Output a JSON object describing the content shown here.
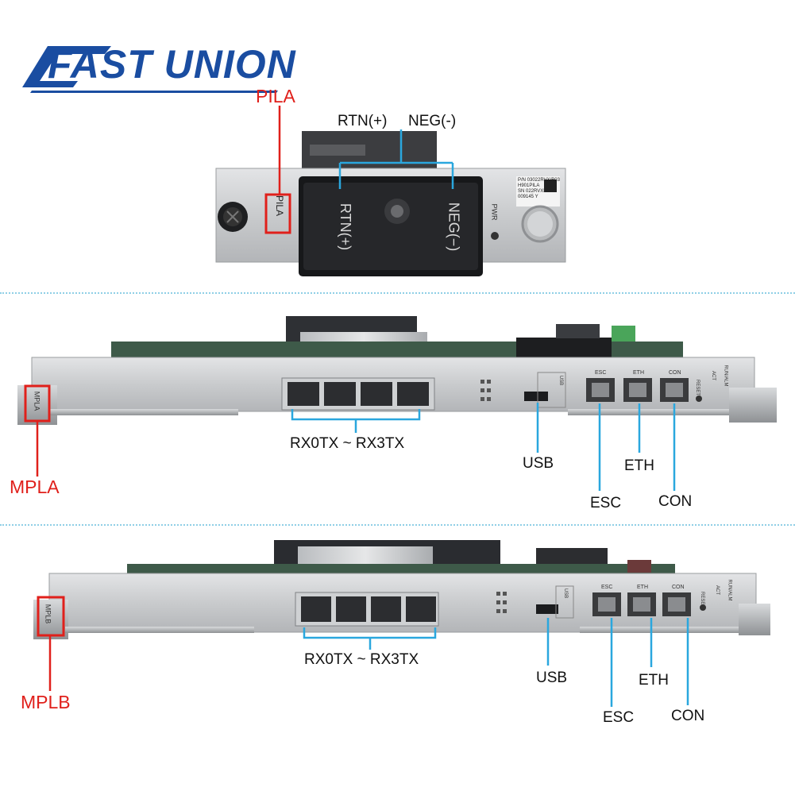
{
  "brand": {
    "logo_text": "FAST UNION"
  },
  "pila": {
    "label": "PILA",
    "callouts": {
      "rtn": "RTN(+)",
      "neg": "NEG(-)"
    },
    "panel_text": {
      "pila_tag": "PILA",
      "rtn": "RTN(+)",
      "neg": "NEG(−)",
      "pwr": "PWR"
    },
    "serial_sticker": [
      "P/N 03022RVX/B03",
      "H901PILA",
      "SN 022RVXD0JC",
      "009145    Y"
    ]
  },
  "mpla": {
    "label": "MPLA",
    "callouts": {
      "optical": "RX0TX ~ RX3TX",
      "usb": "USB",
      "esc": "ESC",
      "eth": "ETH",
      "con": "CON"
    },
    "panel_text": {
      "tag": "MPLA",
      "esc": "ESC",
      "eth": "ETH",
      "con": "CON",
      "reset": "RESET",
      "act": "ACT",
      "run": "RUN/ALM",
      "usb": "USB"
    }
  },
  "mplb": {
    "label": "MPLB",
    "callouts": {
      "optical": "RX0TX ~ RX3TX",
      "usb": "USB",
      "esc": "ESC",
      "eth": "ETH",
      "con": "CON"
    },
    "panel_text": {
      "tag": "MPLB",
      "esc": "ESC",
      "eth": "ETH",
      "con": "CON",
      "reset": "RESET",
      "act": "ACT",
      "run": "RUN/ALM",
      "usb": "USB"
    }
  },
  "colors": {
    "logo_blue": "#1a4da1",
    "callout_red": "#e0201b",
    "leader_blue": "#2aa7de",
    "divider": "#8fcfe6",
    "panel_grey": "#c9cbcd"
  }
}
